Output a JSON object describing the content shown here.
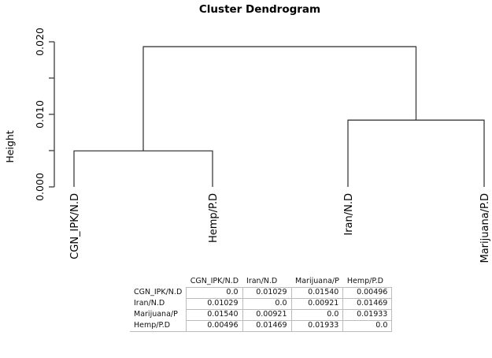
{
  "plot": {
    "title": "Cluster Dendrogram",
    "ylabel": "Height",
    "ytick_labels": [
      "0.000",
      "0.010",
      "0.020"
    ]
  },
  "chart_data": {
    "type": "dendrogram",
    "title": "Cluster Dendrogram",
    "xlabel": "",
    "ylabel": "Height",
    "ylim": [
      0.0,
      0.02
    ],
    "yticks": [
      0.0,
      0.005,
      0.01,
      0.015,
      0.02
    ],
    "ytick_labels": [
      "0.000",
      "",
      "0.010",
      "",
      "0.020"
    ],
    "grid": false,
    "leaf_labels": [
      "CGN_IPK/N.D",
      "Hemp/P.D",
      "Iran/N.D",
      "Marijuana/P.D"
    ],
    "leaf_positions": [
      94,
      270,
      442,
      615
    ],
    "merges": [
      {
        "id": "m1",
        "left": "CGN_IPK/N.D",
        "right": "Hemp/P.D",
        "height": 0.00496
      },
      {
        "id": "m2",
        "left": "Iran/N.D",
        "right": "Marijuana/P.D",
        "height": 0.00921
      },
      {
        "id": "root",
        "left": "m1",
        "right": "m2",
        "height": 0.01933
      }
    ],
    "distance_matrix": {
      "labels": [
        "CGN_IPK/N.D",
        "Iran/N.D",
        "Marijuana/P",
        "Hemp/P.D"
      ],
      "values": [
        [
          0.0,
          0.01029,
          0.0154,
          0.00496
        ],
        [
          0.01029,
          0.0,
          0.00921,
          0.01469
        ],
        [
          0.0154,
          0.00921,
          0.0,
          0.01933
        ],
        [
          0.00496,
          0.01469,
          0.01933,
          0.0
        ]
      ]
    }
  },
  "table": {
    "corner": "",
    "columns": [
      "CGN_IPK/N.D",
      "Iran/N.D",
      "Marijuana/P",
      "Hemp/P.D"
    ],
    "rows": [
      {
        "label": "CGN_IPK/N.D",
        "cells": [
          "0.0",
          "0.01029",
          "0.01540",
          "0.00496"
        ]
      },
      {
        "label": "Iran/N.D",
        "cells": [
          "0.01029",
          "0.0",
          "0.00921",
          "0.01469"
        ]
      },
      {
        "label": "Marijuana/P",
        "cells": [
          "0.01540",
          "0.00921",
          "0.0",
          "0.01933"
        ]
      },
      {
        "label": "Hemp/P.D",
        "cells": [
          "0.00496",
          "0.01469",
          "0.01933",
          "0.0"
        ]
      }
    ]
  },
  "colors": {
    "background": "#ffffff",
    "ink": "#000000",
    "line": "#3c3c3c",
    "table_border": "#bcbcbc"
  }
}
